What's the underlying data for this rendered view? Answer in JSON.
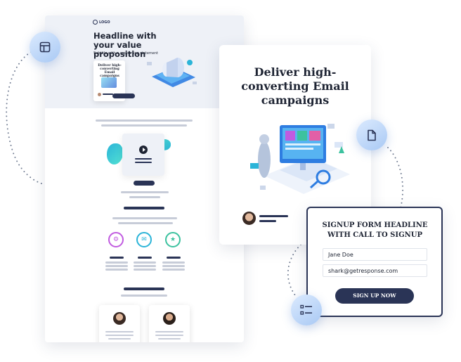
{
  "landing": {
    "logo": "LOGO",
    "headline": "Headline with your value proposition",
    "subtitle": "Subtitle with a supporting statement",
    "mini_card_title": "Deliver high-converting Email campaigns"
  },
  "email_card": {
    "title": "Deliver high-converting Email campaigns"
  },
  "signup_form": {
    "headline": "SIGNUP FORM HEADLINE WITH CALL TO SIGNUP",
    "name_value": "Jane Doe",
    "email_value": "shark@getresponse.com",
    "button_label": "SIGN UP NOW"
  },
  "icons": {
    "layout": "layout-icon",
    "document": "document-icon",
    "list": "list-icon"
  },
  "colors": {
    "navy": "#2a3456",
    "accent_blue": "#2e7de1",
    "light_bg": "#eff2f8",
    "purple": "#c15be0",
    "cyan": "#2bb4d8",
    "green": "#3cc29f"
  }
}
